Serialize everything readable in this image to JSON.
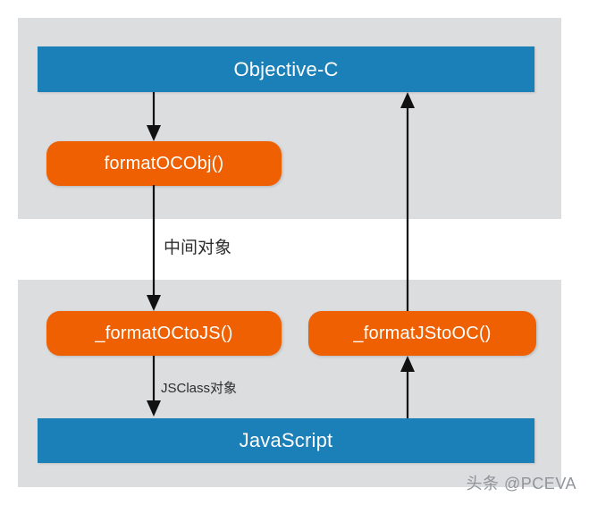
{
  "diagram": {
    "title": "Objective-C to JavaScript bridging flow",
    "colors": {
      "panel_gray": "#dcdddf",
      "bar_blue": "#1b7fb8",
      "box_orange": "#ee6002",
      "text_white": "#ffffff",
      "arrow_black": "#111111",
      "watermark_gray": "#8c9196",
      "background": "#ffffff"
    },
    "layers": [
      {
        "id": "objc_layer",
        "name": "Objective-C layer"
      },
      {
        "id": "js_layer",
        "name": "JavaScript layer"
      }
    ],
    "bars": [
      {
        "id": "objc",
        "label": "Objective-C"
      },
      {
        "id": "javascript",
        "label": "JavaScript"
      }
    ],
    "functions": [
      {
        "id": "formatocobj",
        "label": "formatOCObj()"
      },
      {
        "id": "formatoctojs",
        "label": "_formatOCtoJS()"
      },
      {
        "id": "formatjstooc",
        "label": "_formatJStoOC()"
      }
    ],
    "edge_labels": [
      {
        "id": "intermediate",
        "label": "中间对象"
      },
      {
        "id": "jsclass",
        "label": "JSClass对象"
      }
    ],
    "arrows": [
      {
        "id": "objc-to-formatocobj",
        "from": "Objective-C",
        "to": "formatOCObj()",
        "direction": "down"
      },
      {
        "id": "formatocobj-to-octojs",
        "from": "formatOCObj()",
        "to": "_formatOCtoJS()",
        "direction": "down",
        "label": "中间对象"
      },
      {
        "id": "octojs-to-javascript",
        "from": "_formatOCtoJS()",
        "to": "JavaScript",
        "direction": "down",
        "label": "JSClass对象"
      },
      {
        "id": "javascript-to-jstooc",
        "from": "JavaScript",
        "to": "_formatJStoOC()",
        "direction": "up"
      },
      {
        "id": "jstooc-to-objc",
        "from": "_formatJStoOC()",
        "to": "Objective-C",
        "direction": "up"
      }
    ]
  },
  "watermark": {
    "text": "头条 @PCEVA"
  }
}
